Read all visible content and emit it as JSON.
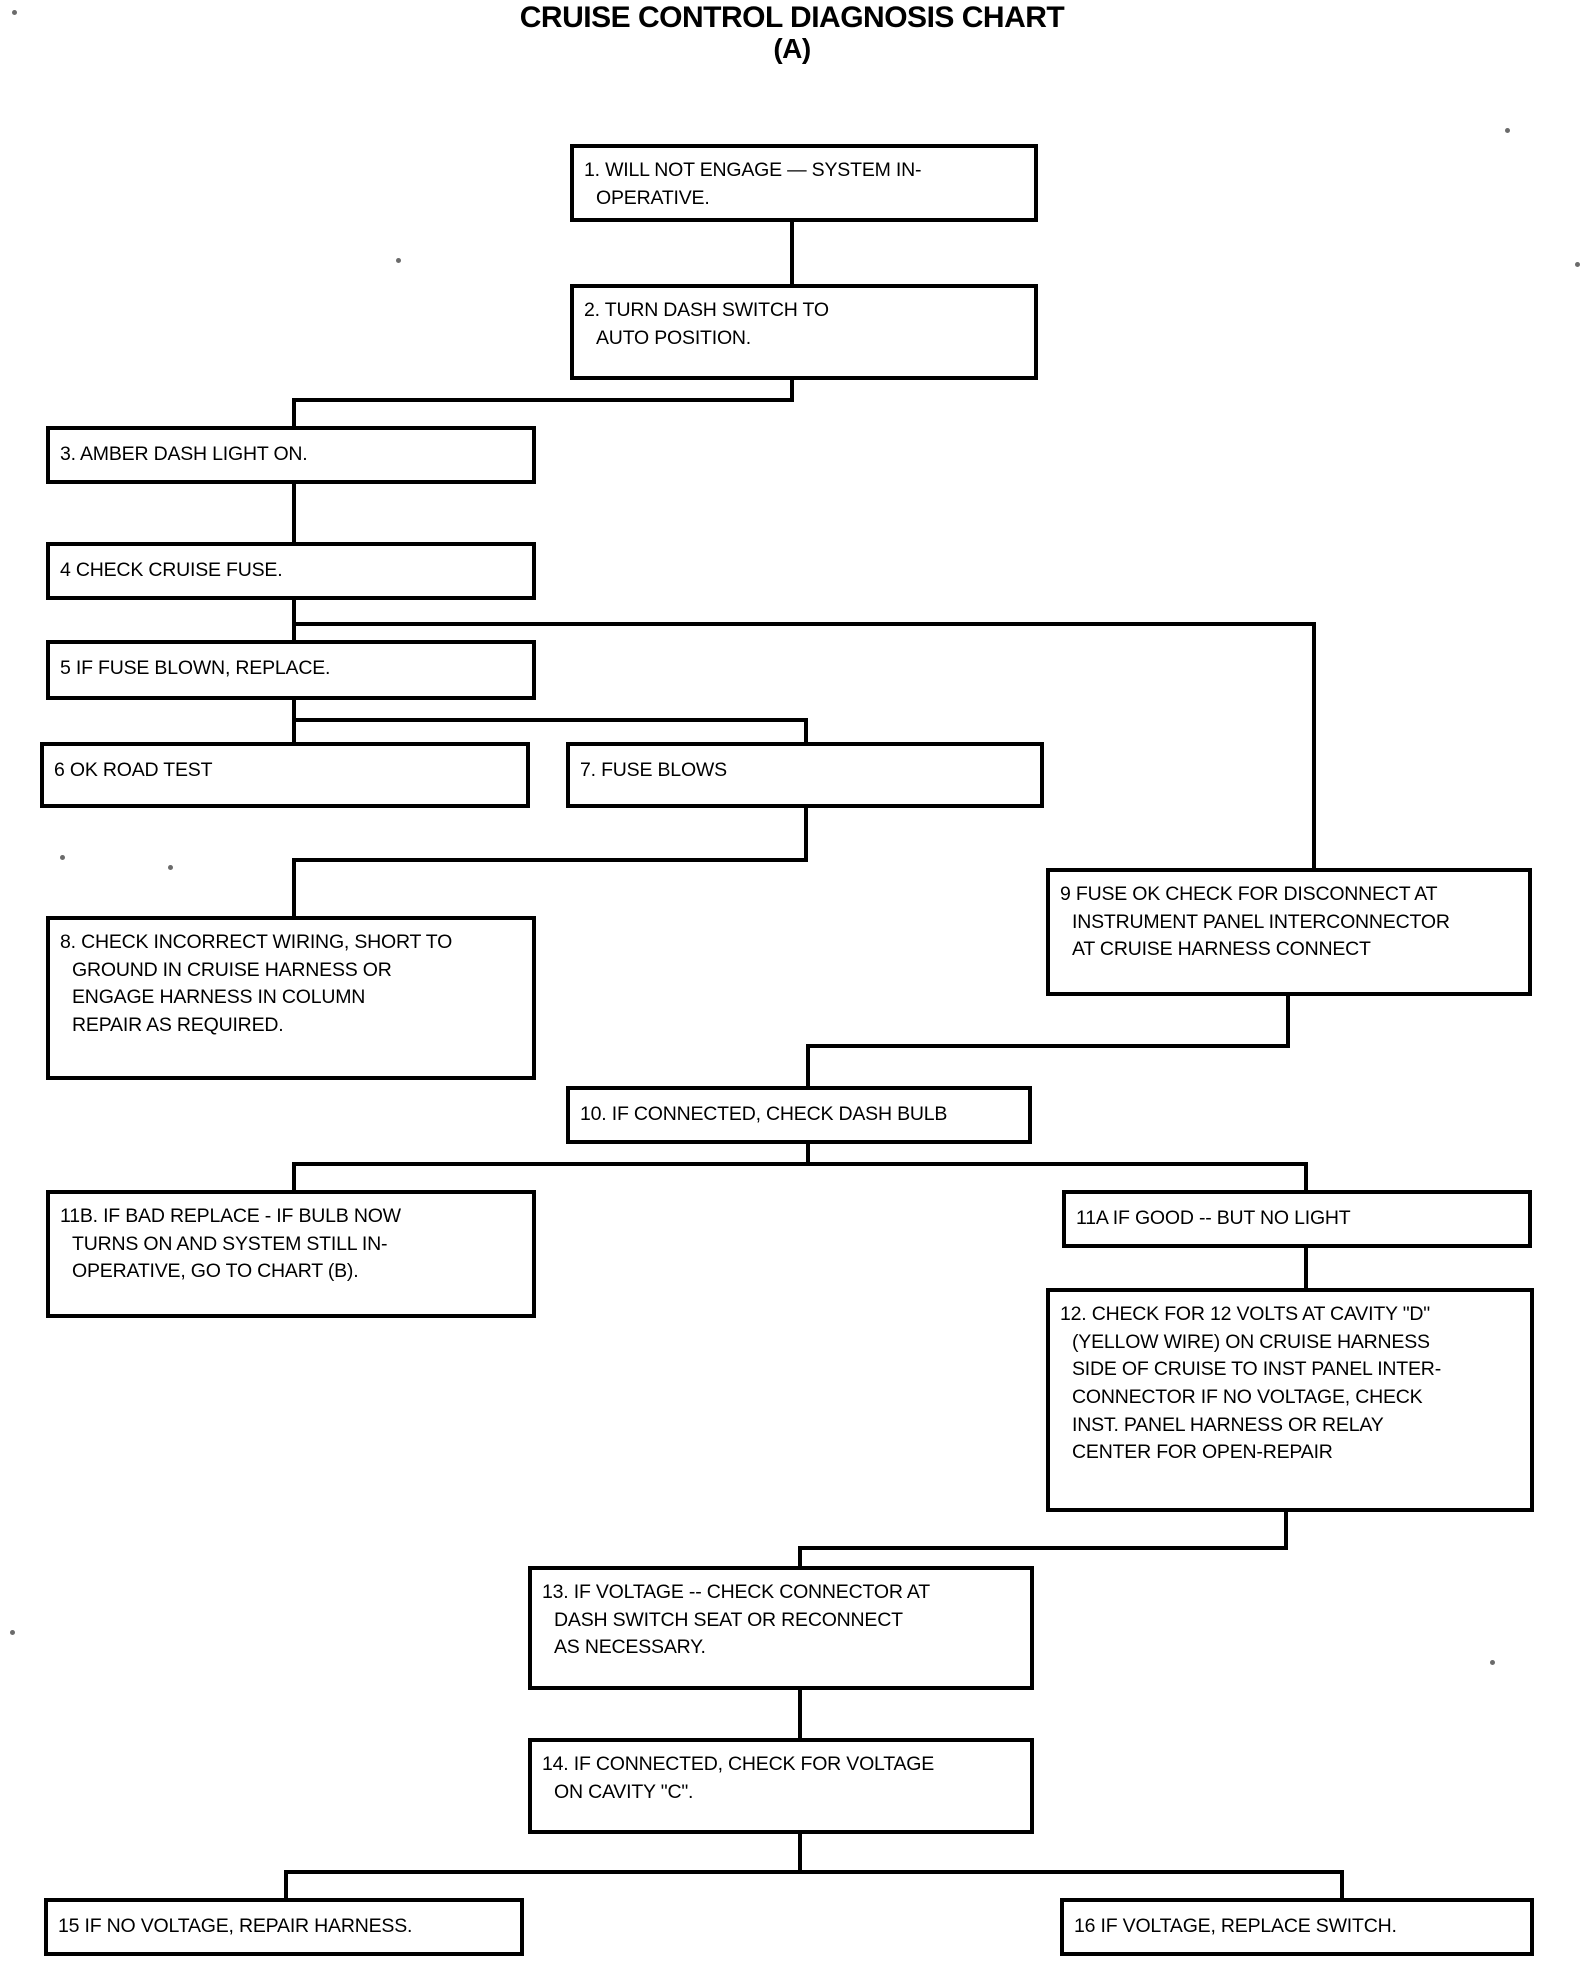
{
  "title": {
    "main": "CRUISE CONTROL DIAGNOSIS CHART",
    "sub": "(A)"
  },
  "chart_data": {
    "type": "diagram",
    "diagram_kind": "flowchart",
    "title": "CRUISE CONTROL DIAGNOSIS CHART (A)",
    "orientation": "top-to-bottom",
    "node_count": 17,
    "nodes": [
      {
        "id": "1",
        "label": "1. WILL NOT ENGAGE — SYSTEM IN-\nOPERATIVE."
      },
      {
        "id": "2",
        "label": "2. TURN DASH SWITCH TO\nAUTO POSITION."
      },
      {
        "id": "3",
        "label": "3. AMBER DASH LIGHT ON."
      },
      {
        "id": "4",
        "label": "4  CHECK CRUISE FUSE."
      },
      {
        "id": "5",
        "label": "5  IF FUSE BLOWN, REPLACE."
      },
      {
        "id": "6",
        "label": "6  OK ROAD TEST"
      },
      {
        "id": "7",
        "label": "7. FUSE BLOWS"
      },
      {
        "id": "8",
        "label": "8. CHECK INCORRECT WIRING, SHORT TO\nGROUND IN CRUISE HARNESS OR\nENGAGE HARNESS IN COLUMN\nREPAIR AS REQUIRED."
      },
      {
        "id": "9",
        "label": "9  FUSE OK  CHECK FOR DISCONNECT AT\nINSTRUMENT PANEL INTERCONNECTOR\nAT CRUISE HARNESS CONNECT"
      },
      {
        "id": "10",
        "label": "10. IF CONNECTED, CHECK DASH BULB"
      },
      {
        "id": "11B",
        "label": "11B. IF BAD REPLACE -   IF BULB NOW\nTURNS ON AND SYSTEM STILL IN-\nOPERATIVE, GO TO CHART (B)."
      },
      {
        "id": "11A",
        "label": "11A  IF GOOD --   BUT NO LIGHT"
      },
      {
        "id": "12",
        "label": "12. CHECK FOR 12 VOLTS AT CAVITY \"D\"\n(YELLOW WIRE) ON CRUISE HARNESS\nSIDE OF CRUISE TO INST  PANEL INTER-\nCONNECTOR  IF NO VOLTAGE, CHECK\nINST. PANEL HARNESS OR RELAY\nCENTER FOR OPEN-REPAIR"
      },
      {
        "id": "13",
        "label": "13. IF VOLTAGE  -- CHECK CONNECTOR AT\nDASH SWITCH  SEAT OR RECONNECT\nAS NECESSARY."
      },
      {
        "id": "14",
        "label": "14. IF CONNECTED, CHECK FOR VOLTAGE\nON CAVITY \"C\"."
      },
      {
        "id": "15",
        "label": "15  IF NO VOLTAGE, REPAIR HARNESS."
      },
      {
        "id": "16",
        "label": "16  IF VOLTAGE, REPLACE SWITCH."
      }
    ],
    "edges": [
      {
        "from": "1",
        "to": "2"
      },
      {
        "from": "2",
        "to": "3"
      },
      {
        "from": "3",
        "to": "4"
      },
      {
        "from": "4",
        "to": "5"
      },
      {
        "from": "4",
        "to": "9"
      },
      {
        "from": "5",
        "to": "6"
      },
      {
        "from": "5",
        "to": "7"
      },
      {
        "from": "7",
        "to": "8"
      },
      {
        "from": "9",
        "to": "10"
      },
      {
        "from": "10",
        "to": "11B"
      },
      {
        "from": "10",
        "to": "11A"
      },
      {
        "from": "11A",
        "to": "12"
      },
      {
        "from": "12",
        "to": "13"
      },
      {
        "from": "13",
        "to": "14"
      },
      {
        "from": "14",
        "to": "15"
      },
      {
        "from": "14",
        "to": "16"
      }
    ],
    "colors": {
      "stroke": "#000000",
      "fill": "#ffffff",
      "text": "#000000"
    }
  }
}
